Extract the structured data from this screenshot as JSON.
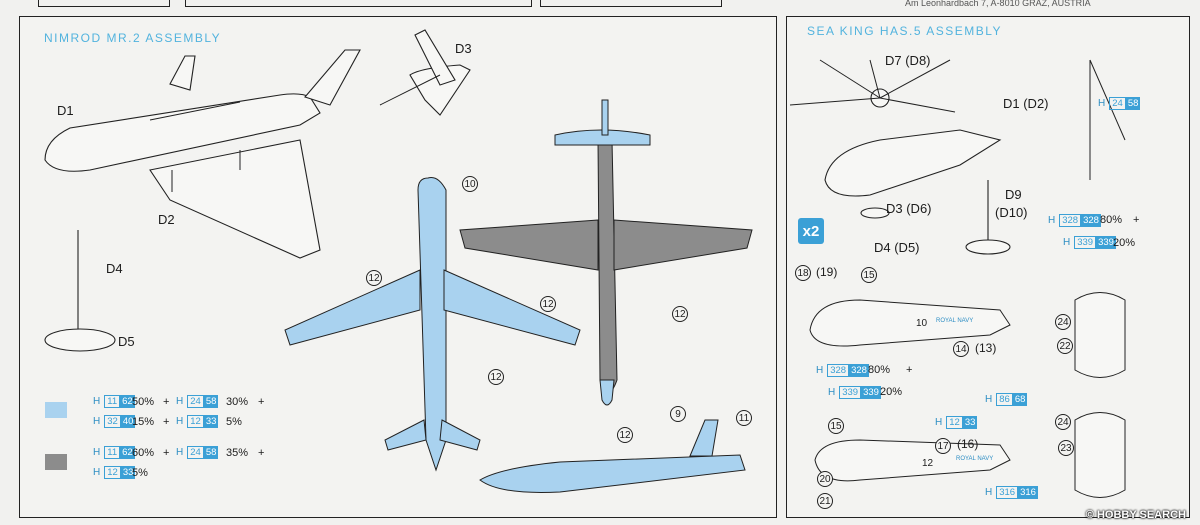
{
  "header": {
    "address": "Am Leonhardbach 7, A-8010 GRAZ, AUSTRIA"
  },
  "left": {
    "title": "NIMROD MR.2 ASSEMBLY",
    "parts": {
      "d1": "D1",
      "d2": "D2",
      "d3": "D3",
      "d4": "D4",
      "d5": "D5"
    },
    "callouts": {
      "c10": "10",
      "c12": "12",
      "c9": "9",
      "c11": "11"
    },
    "mix1": {
      "color": "#a9d2ef",
      "row1": {
        "h": "H",
        "a": "11",
        "b": "62",
        "p1": "50%",
        "plus1": "+",
        "h2": "H",
        "a2": "24",
        "b2": "58",
        "p2": "30%",
        "plus2": "+"
      },
      "row2": {
        "h": "H",
        "a": "32",
        "b": "40",
        "p1": "15%",
        "plus1": "+",
        "h2": "H",
        "a2": "12",
        "b2": "33",
        "p2": "5%"
      }
    },
    "mix2": {
      "color": "#8c8c8c",
      "row1": {
        "h": "H",
        "a": "11",
        "b": "62",
        "p1": "60%",
        "plus1": "+",
        "h2": "H",
        "a2": "24",
        "b2": "58",
        "p2": "35%",
        "plus2": "+"
      },
      "row2": {
        "h": "H",
        "a": "12",
        "b": "33",
        "p1": "5%"
      }
    }
  },
  "right": {
    "title": "SEA KING HAS.5 ASSEMBLY",
    "parts": {
      "d7": "D7 (D8)",
      "d1": "D1 (D2)",
      "d9": "D9",
      "d10": "(D10)",
      "d3": "D3 (D6)",
      "d4": "D4 (D5)"
    },
    "x2": "x2",
    "callouts": {
      "c18": "18",
      "c19": "19",
      "c15": "15",
      "c14": "14",
      "c13": "13",
      "c24": "24",
      "c22": "22",
      "c17": "17",
      "c16": "16",
      "c20": "20",
      "c21": "21",
      "c23": "23",
      "c15b": "15"
    },
    "codes": {
      "c1": {
        "h": "H",
        "a": "24",
        "b": "58"
      },
      "c2": {
        "h": "H",
        "a": "328",
        "b": "328",
        "p": "80%",
        "plus": "+"
      },
      "c3": {
        "h": "H",
        "a": "339",
        "b": "339",
        "p": "20%"
      },
      "c4": {
        "h": "H",
        "a": "328",
        "b": "328",
        "p": "80%",
        "plus": "+"
      },
      "c5": {
        "h": "H",
        "a": "339",
        "b": "339",
        "p": "20%"
      },
      "c6": {
        "h": "H",
        "a": "12",
        "b": "33"
      },
      "c7": {
        "h": "H",
        "a": "86",
        "b": "68"
      },
      "c8": {
        "h": "H",
        "a": "316",
        "b": "316"
      }
    },
    "markings": {
      "royal": "ROYAL NAVY",
      "ten": "10",
      "twelve": "12"
    }
  },
  "watermark": "© HOBBY SEARCH",
  "colors": {
    "blue": "#a9d2ef",
    "grey": "#8c8c8c",
    "cyan": "#3ba0d6"
  }
}
